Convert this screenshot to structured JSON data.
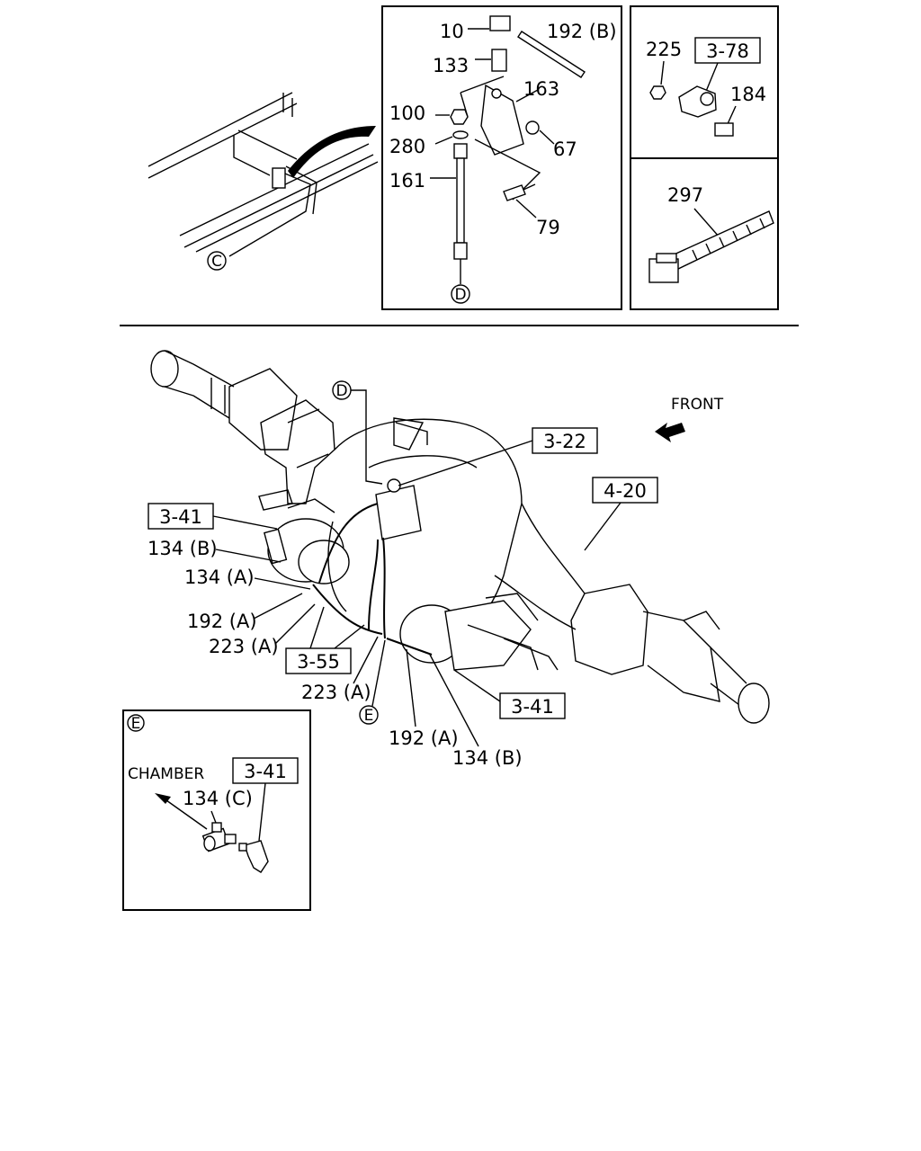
{
  "labels": {
    "p10": "10",
    "p192b": "192 (B)",
    "p133": "133",
    "p163": "163",
    "p100": "100",
    "p280": "280",
    "p67": "67",
    "p161": "161",
    "p79": "79",
    "markD_top": "D",
    "markC": "C",
    "p225": "225",
    "ref378": "3-78",
    "p184": "184",
    "p297": "297",
    "markD_main": "D",
    "ref322": "3-22",
    "front": "FRONT",
    "ref420": "4-20",
    "ref341a": "3-41",
    "p134b_a": "134 (B)",
    "p134a": "134 (A)",
    "p192a_a": "192 (A)",
    "p223a_a": "223 (A)",
    "ref355": "3-55",
    "p223a_b": "223 (A)",
    "markE": "E",
    "p192a_b": "192 (A)",
    "p134b_b": "134 (B)",
    "ref341b": "3-41",
    "markE_inset": "E",
    "chamber": "CHAMBER",
    "ref341c": "3-41",
    "p134c": "134 (C)"
  }
}
